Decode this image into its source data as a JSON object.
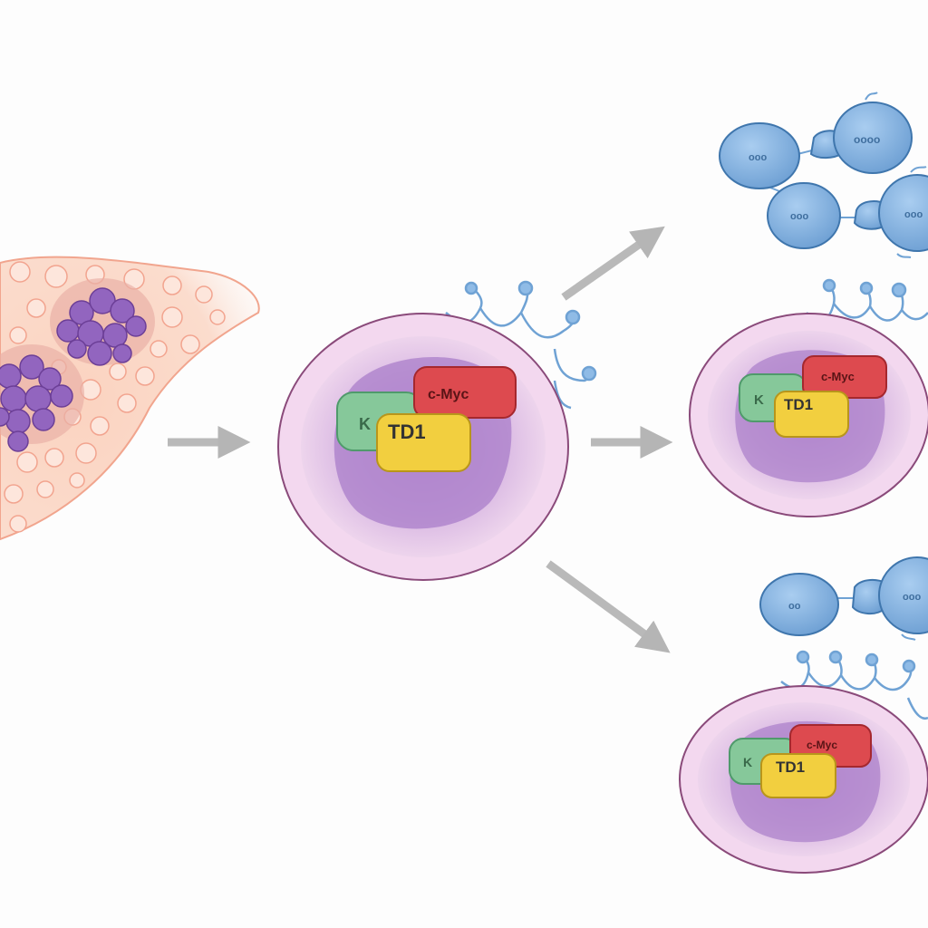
{
  "central_cell": {
    "labels": {
      "red": "c-Myc",
      "green": "K",
      "yellow": "TD1"
    }
  },
  "cell_top_right": {
    "labels": {
      "red": "c-Myc",
      "green": "K",
      "yellow": "TD1"
    }
  },
  "cell_bottom_right": {
    "labels": {
      "red": "c-Myc",
      "green": "K",
      "yellow": "TD1"
    }
  },
  "complex_top": {
    "labels": [
      "ooo",
      "oooo",
      "ooo",
      "ooo"
    ]
  },
  "complex_bottom": {
    "labels": [
      "oo",
      "ooo"
    ]
  },
  "colors": {
    "tissue": "#f9c9b4",
    "tumor": "#8e5bb4",
    "cell_membrane": "#f1d4ec",
    "nucleus": "#b48ad4",
    "arrow": "#b9b9b9",
    "receptor": "#6fa2d4",
    "complex_sphere": "#7fb0df",
    "box_red": "#dd4a4f",
    "box_green": "#86c89a",
    "box_yellow": "#f2cf3f"
  }
}
